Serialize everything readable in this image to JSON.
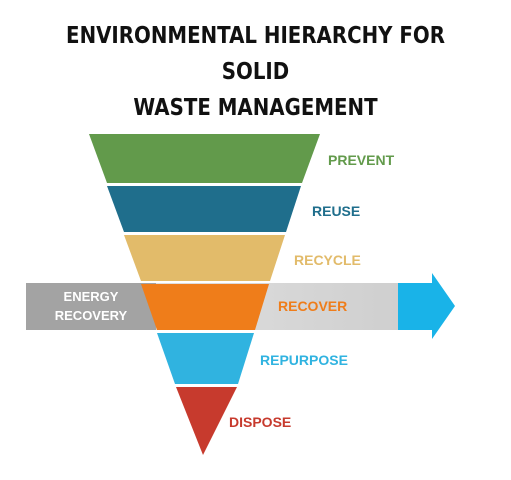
{
  "title": {
    "line1": "ENVIRONMENTAL HIERARCHY FOR SOLID",
    "line2": "WASTE MANAGEMENT"
  },
  "tiers": [
    {
      "label": "PREVENT",
      "color": "#629a4b"
    },
    {
      "label": "REUSE",
      "color": "#1f6e8c"
    },
    {
      "label": "RECYCLE",
      "color": "#e2bb6a"
    },
    {
      "label": "RECOVER",
      "color": "#ef7d1a"
    },
    {
      "label": "REPURPOSE",
      "color": "#30b3e0"
    },
    {
      "label": "DISPOSE",
      "color": "#c73a2d"
    }
  ],
  "energy_recovery": {
    "line1": "ENERGY",
    "line2": "RECOVERY",
    "box_color": "#a3a3a3",
    "band_color": "#d6d6d6",
    "arrow_color": "#19b3e8"
  }
}
